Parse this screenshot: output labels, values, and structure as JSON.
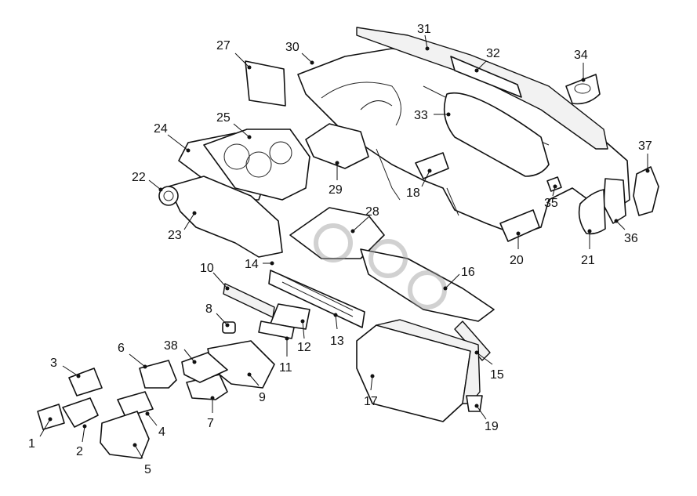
{
  "diagram": {
    "callouts": [
      "1",
      "2",
      "3",
      "4",
      "5",
      "6",
      "7",
      "8",
      "9",
      "10",
      "11",
      "12",
      "13",
      "14",
      "15",
      "16",
      "17",
      "18",
      "19",
      "20",
      "21",
      "22",
      "23",
      "24",
      "25",
      "27",
      "28",
      "29",
      "30",
      "31",
      "32",
      "33",
      "34",
      "35",
      "36",
      "37",
      "38"
    ]
  },
  "colors": {
    "line": "#111111",
    "background": "#ffffff",
    "watermark": "#9a9a9a"
  }
}
